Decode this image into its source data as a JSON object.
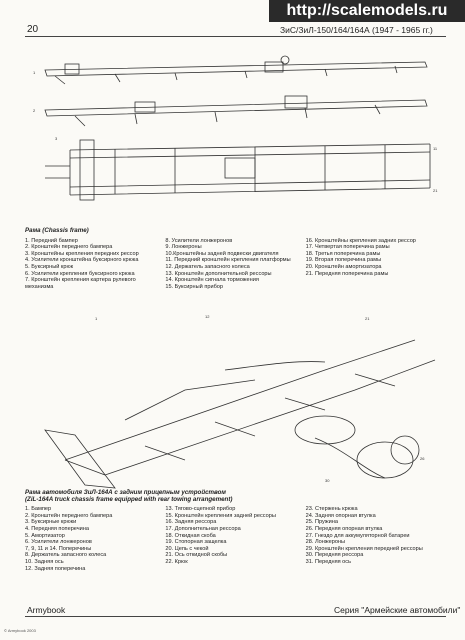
{
  "watermark": "http://scalemodels.ru",
  "header": {
    "page_number": "20",
    "title": "ЗиС/ЗиЛ-150/164/164А (1947 - 1965 гг.)"
  },
  "caption1": {
    "title": "Рама (Chassis frame)",
    "columns": [
      [
        "1. Передний бампер",
        "2. Кронштейн переднего бампера",
        "3. Кронштейны крепления передних рессор",
        "4. Усилители кронштейна буксирного крюка",
        "5. Буксирный крюк",
        "6. Усилители крепления буксирного крюка",
        "7. Кронштейн крепления картера рулевого механизма"
      ],
      [
        "8. Усилители лонжеронов",
        "9. Лонжероны",
        "10.Кронштейны задней подвески двигателя",
        "11. Передний кронштейн крепления платформы",
        "12. Держатель запасного колеса",
        "13. Кронштейн дополнительной рессоры",
        "14. Кронштейн сигнала торможения",
        "15. Буксирный прибор"
      ],
      [
        "16. Кронштейны крепления задних рессор",
        "17. Четвертая поперечина рамы",
        "18. Третья поперечина рамы",
        "19. Вторая поперечина рамы",
        "20. Кронштейн амортизатора",
        "21. Передняя поперечина рамы"
      ]
    ]
  },
  "caption2": {
    "title": "Рама автомобиля ЗиЛ-164А с задним прицепным устройством",
    "subtitle": "(ZiL-164A truck chassis frame equipped with rear towing arrangement)",
    "columns": [
      [
        "1. Бампер",
        "2. Кронштейн переднего бампера",
        "3. Буксирные крюки",
        "4. Передняя поперечина",
        "5. Амортизатор",
        "6. Усилители лонжеронов",
        "7, 9, 11 и 14. Поперечины",
        "8. Держатель запасного колеса",
        "10. Задняя ось",
        "12. Задняя поперечина"
      ],
      [
        "13. Тягово-сцепной прибор",
        "15. Кронштейн крепления задней рессоры",
        "16. Задняя рессора",
        "17. Дополнительная рессора",
        "18. Откидная скоба",
        "19. Стопорная защелка",
        "20. Цепь с чекой",
        "21. Ось откидной скобы",
        "22. Крюк"
      ],
      [
        "23. Стержень крюка",
        "24. Задняя опорная втулка",
        "25. Пружина",
        "26. Передняя опорная втулка",
        "27. Гнездо для аккумуляторной батареи",
        "28. Лонжероны",
        "29. Кронштейн крепления передней рессоры",
        "30. Передняя рессора",
        "31. Передняя ось"
      ]
    ]
  },
  "footer": {
    "left": "Armybook",
    "right": "Серия \"Армейские автомобили\"",
    "copyright": "© Armybook 2003"
  }
}
